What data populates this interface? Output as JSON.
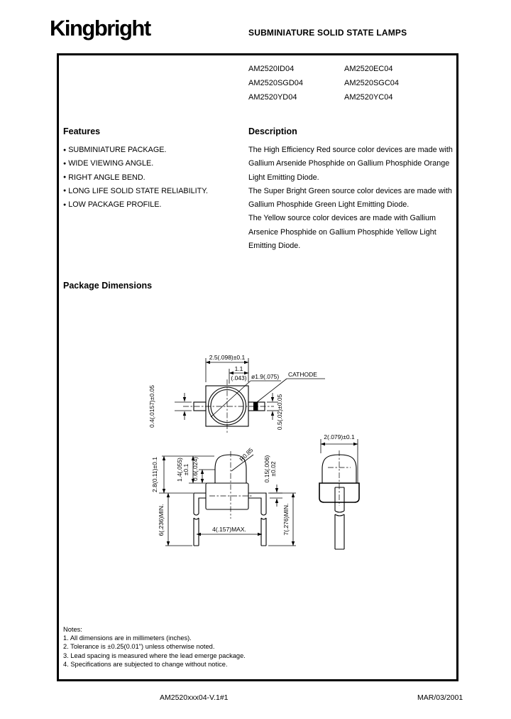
{
  "header": {
    "logo": "Kingbright",
    "title": "SUBMINIATURE SOLID STATE LAMPS"
  },
  "part_numbers": {
    "left": [
      "AM2520ID04",
      "AM2520SGD04",
      "AM2520YD04"
    ],
    "right": [
      "AM2520EC04",
      "AM2520SGC04",
      "AM2520YC04"
    ]
  },
  "features": {
    "heading": "Features",
    "bullet": "●",
    "items": [
      "SUBMINIATURE PACKAGE.",
      "WIDE VIEWING ANGLE.",
      "RIGHT ANGLE BEND.",
      "LONG LIFE SOLID STATE RELIABILITY.",
      "LOW PACKAGE PROFILE."
    ]
  },
  "description": {
    "heading": "Description",
    "paragraphs": [
      "The High Efficiency Red source color devices are made with Gallium Arsenide Phosphide on Gallium Phosphide Orange Light Emitting Diode.",
      "The Super Bright Green source color devices are made with Gallium Phosphide Green Light Emitting Diode.",
      "The Yellow source color devices are made with Gallium Arsenice Phosphide on Gallium Phosphide Yellow Light Emitting Diode."
    ]
  },
  "package_dimensions": {
    "heading": "Package Dimensions"
  },
  "drawing": {
    "top_view": {
      "width_dim": "2.5(.098)±0.1",
      "inner_dim_mm": "1.1",
      "inner_dim_in": "(.043)",
      "lens_dim": "ø1.9(.075)",
      "cathode": "CATHODE",
      "left_lead_dim": "0.4(.0157)±0.05",
      "right_lead_dim": "0.5(.02)±0.05"
    },
    "side_view": {
      "height_dim": "2.8(0.11)±0.1",
      "dome_dim_1": "1.4(.055)",
      "dome_dim_2": "±0.1",
      "shoulder_dim": "0.6(.024)",
      "radius_dim": "R0.85",
      "lead_thickness_1": "0.15(.006)",
      "lead_thickness_2": "±0.02",
      "left_lead_len": "6(.236)MIN.",
      "lead_spacing": "4(.157)MAX.",
      "right_lead_len": "7(.276)MIN."
    },
    "front_view": {
      "width_dim": "2(.079)±0.1"
    }
  },
  "notes": {
    "heading": "Notes:",
    "items": [
      "1. All dimensions are in millimeters (inches).",
      "2. Tolerance is ±0.25(0.01\") unless otherwise noted.",
      "3. Lead spacing is measured where the lead emerge package.",
      "4. Specifications are subjected to change without notice."
    ]
  },
  "footer": {
    "doc_number": "AM2520xxx04-V.1#1",
    "date": "MAR/03/2001"
  }
}
